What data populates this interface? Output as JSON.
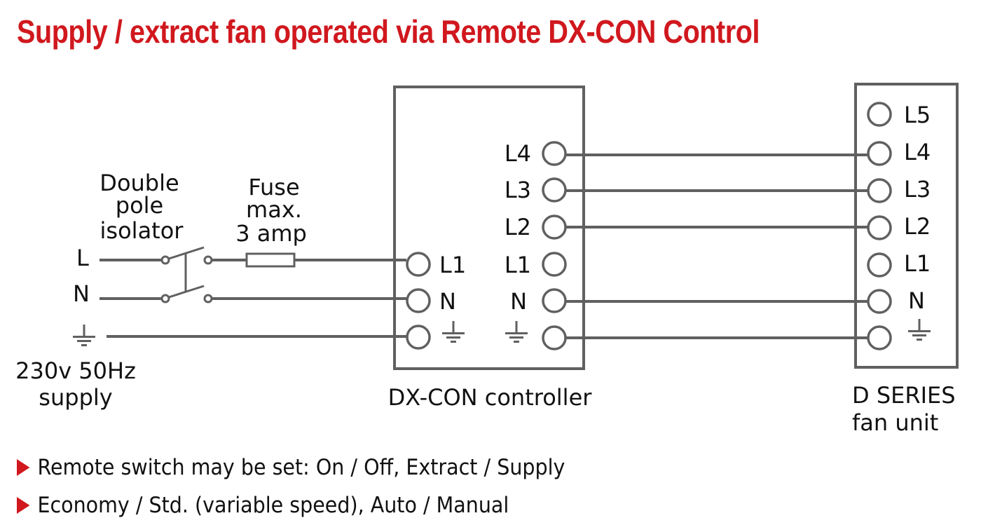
{
  "title": "Supply / extract fan operated via Remote DX-CON Control",
  "colors": {
    "accent": "#d0181e",
    "wire": "#606060",
    "text": "#111111"
  },
  "supply": {
    "terminals": [
      "L",
      "N",
      "earth"
    ],
    "label_line1": "230v 50Hz",
    "label_line2": "supply"
  },
  "isolator": {
    "line1": "Double",
    "line2": "pole",
    "line3": "isolator"
  },
  "fuse": {
    "line1": "Fuse",
    "line2": "max.",
    "line3": "3 amp"
  },
  "controller": {
    "name": "DX-CON controller",
    "input_terminals": [
      "L1",
      "N",
      "earth"
    ],
    "output_terminals": [
      "L4",
      "L3",
      "L2",
      "L1",
      "N",
      "earth"
    ]
  },
  "fan_unit": {
    "name_line1": "D SERIES",
    "name_line2": "fan unit",
    "terminals": [
      "L5",
      "L4",
      "L3",
      "L2",
      "L1",
      "N",
      "earth"
    ]
  },
  "connections": [
    {
      "from": "controller.L4",
      "to": "fan.L4"
    },
    {
      "from": "controller.L3",
      "to": "fan.L3"
    },
    {
      "from": "controller.L2",
      "to": "fan.L2"
    },
    {
      "from": "controller.N",
      "to": "fan.N"
    },
    {
      "from": "controller.earth",
      "to": "fan.earth"
    }
  ],
  "bullets": [
    "Remote switch may be set: On / Off, Extract / Supply",
    "Economy / Std. (variable speed), Auto / Manual"
  ]
}
